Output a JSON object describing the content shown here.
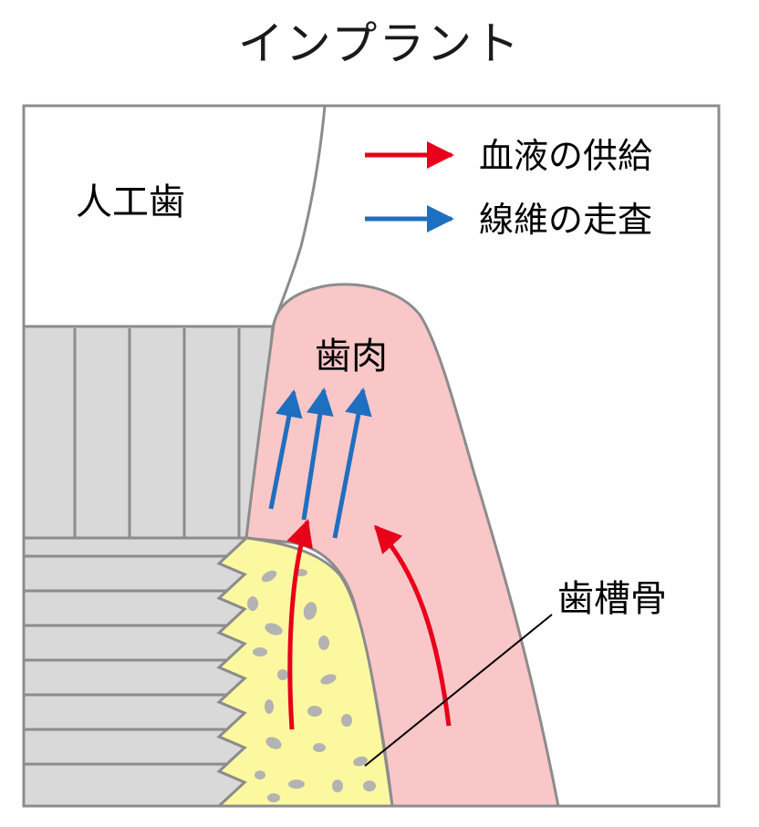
{
  "title": "インプラント",
  "labels": {
    "artificial_tooth": "人工歯",
    "gum": "歯肉",
    "alveolar_bone": "歯槽骨"
  },
  "legend": {
    "blood_supply": "血液の供給",
    "fiber_direction": "線維の走査"
  },
  "colors": {
    "blood_arrow": "#e8001a",
    "fiber_arrow": "#1f6fc0",
    "gum_fill": "#f9c7c8",
    "bone_fill": "#fbf8a0",
    "implant_fill": "#d9d9d9",
    "outline": "#8c8c8c"
  }
}
